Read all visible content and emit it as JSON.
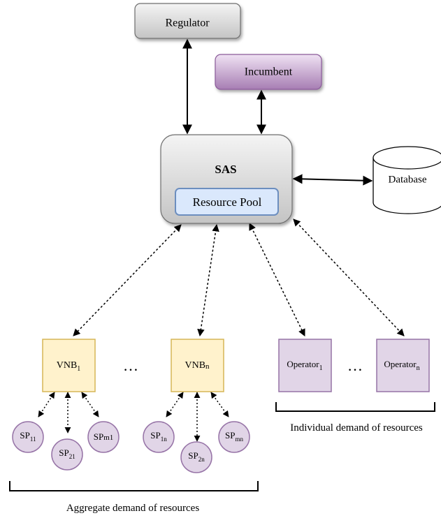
{
  "nodes": {
    "regulator": "Regulator",
    "incumbent": "Incumbent",
    "sas": "SAS",
    "resource_pool": "Resource Pool",
    "database": "Database",
    "vnb1": {
      "base": "VNB",
      "sub": "1"
    },
    "vnbn": {
      "base": "VNB",
      "sub": "n"
    },
    "operator1": {
      "base": "Operator",
      "sub": "1"
    },
    "operatorn": {
      "base": "Operator",
      "sub": "n"
    },
    "sp11": {
      "base": "SP",
      "sub": "11"
    },
    "sp21": {
      "base": "SP",
      "sub": "21"
    },
    "spm1": {
      "base": "SP",
      "sub": "m1"
    },
    "sp1n": {
      "base": "SP",
      "sub": "1n"
    },
    "sp2n": {
      "base": "SP",
      "sub": "2n"
    },
    "spmn": {
      "base": "SP",
      "sub": "mn"
    }
  },
  "ellipsis": "…",
  "labels": {
    "aggregate": "Aggregate demand of resources",
    "individual": "Individual demand of resources"
  },
  "colors": {
    "gray_fill": "#d6d6d6",
    "purple_fill": "#9b6ba8",
    "resource_pool_fill": "#dae8fc",
    "resource_pool_stroke": "#6c8ebf",
    "vnb_fill": "#fff2cc",
    "vnb_stroke": "#d6b656",
    "operator_fill": "#e1d5e7",
    "operator_stroke": "#9673a6",
    "sp_fill": "#e1d5e7"
  }
}
